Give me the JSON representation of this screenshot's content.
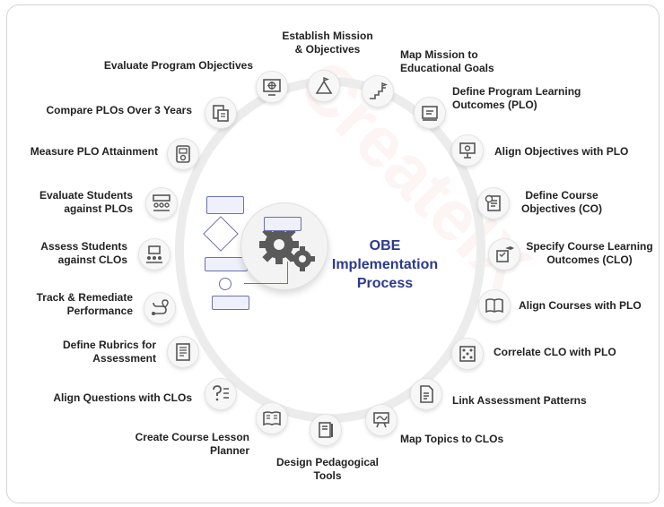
{
  "title": {
    "line1": "OBE Implementation",
    "line2": "Process"
  },
  "steps": [
    {
      "line1": "Establish Mission",
      "line2": "& Objectives",
      "icon": "mountain-flag-icon"
    },
    {
      "line1": "Map Mission to",
      "line2": "Educational Goals",
      "icon": "stairs-flag-icon"
    },
    {
      "line1": "Define Program Learning",
      "line2": "Outcomes (PLO)",
      "icon": "book-presentation-icon"
    },
    {
      "line1": "Align Objectives with PLO",
      "line2": "",
      "icon": "presentation-board-icon"
    },
    {
      "line1": "Define Course",
      "line2": "Objectives (CO)",
      "icon": "checklist-target-icon"
    },
    {
      "line1": "Specify Course Learning",
      "line2": "Outcomes (CLO)",
      "icon": "graduation-checklist-icon"
    },
    {
      "line1": "Align Courses with PLO",
      "line2": "",
      "icon": "open-book-icon"
    },
    {
      "line1": "Correlate CLO with PLO",
      "line2": "",
      "icon": "grid-matrix-icon"
    },
    {
      "line1": "Link Assessment Patterns",
      "line2": "",
      "icon": "document-flow-icon"
    },
    {
      "line1": "Map Topics to CLOs",
      "line2": "",
      "icon": "teaching-board-icon"
    },
    {
      "line1": "Design Pedagogical",
      "line2": "Tools",
      "icon": "tools-document-icon"
    },
    {
      "line1": "Create Course Lesson",
      "line2": "Planner",
      "icon": "lesson-book-icon"
    },
    {
      "line1": "Align Questions with CLOs",
      "line2": "",
      "icon": "question-list-icon"
    },
    {
      "line1": "Define Rubrics for",
      "line2": "Assessment",
      "icon": "rubric-document-icon"
    },
    {
      "line1": "Track & Remediate",
      "line2": "Performance",
      "icon": "route-pin-icon"
    },
    {
      "line1": "Assess Students",
      "line2": "against CLOs",
      "icon": "classroom-board-icon"
    },
    {
      "line1": "Evaluate Students",
      "line2": "against PLOs",
      "icon": "group-evaluation-icon"
    },
    {
      "line1": "Measure PLO Attainment",
      "line2": "",
      "icon": "meter-device-icon"
    },
    {
      "line1": "Compare PLOs Over 3 Years",
      "line2": "",
      "icon": "calendar-documents-icon"
    },
    {
      "line1": "Evaluate Program Objectives",
      "line2": "",
      "icon": "target-screen-icon"
    }
  ],
  "colors": {
    "accent": "#2c3a8c",
    "icon": "#555555",
    "ring": "#ececec"
  }
}
